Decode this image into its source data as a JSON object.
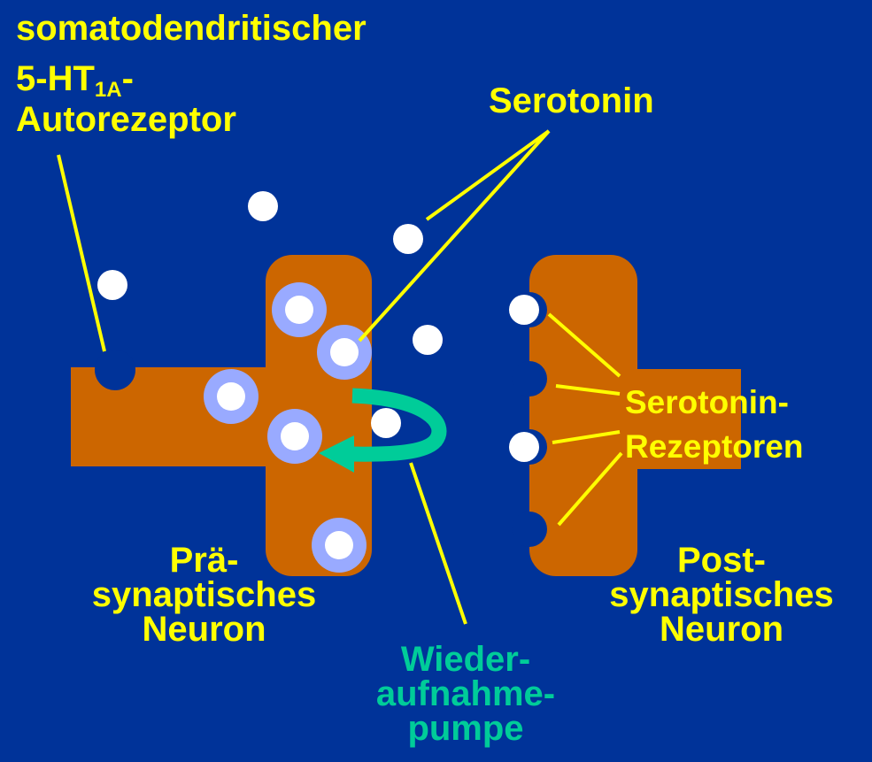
{
  "labels": {
    "autoreceptor": {
      "line1": "somatodendritischer",
      "prefix": "5-HT",
      "subscript": "1A",
      "suffix": "-",
      "line3": "Autorezeptor"
    },
    "serotonin": "Serotonin",
    "receptors": {
      "line1": "Serotonin-",
      "line2": "Rezeptoren"
    },
    "presynaptic": {
      "line1": "Prä-",
      "line2": "synaptisches",
      "line3": "Neuron"
    },
    "postsynaptic": {
      "line1": "Post-",
      "line2": "synaptisches",
      "line3": "Neuron"
    },
    "reuptake_pump": {
      "line1": "Wieder-",
      "line2": "aufnahme-",
      "line3": "pumpe"
    }
  },
  "colors": {
    "background": "#003399",
    "neuron": "#cc6600",
    "label_text": "#ffff00",
    "pointer_line": "#ffff00",
    "pump_arrow": "#00cc99",
    "vesicle": "#99aaff",
    "serotonin": "#ffffff"
  }
}
